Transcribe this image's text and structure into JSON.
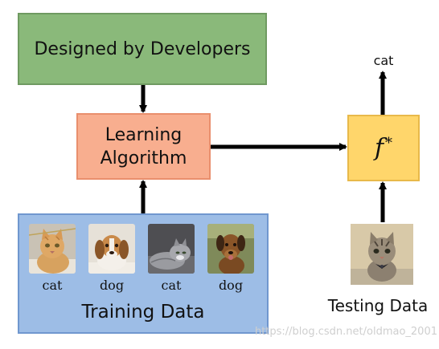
{
  "nodes": {
    "designers": {
      "label": "Designed by Developers"
    },
    "learning_algorithm": {
      "line1": "Learning",
      "line2": "Algorithm"
    },
    "function": {
      "symbol": "f",
      "superscript": "*"
    },
    "training_data": {
      "title": "Training Data",
      "samples": [
        {
          "label": "cat",
          "image": "tabby-cat-photo"
        },
        {
          "label": "dog",
          "image": "beagle-puppy-photo"
        },
        {
          "label": "cat",
          "image": "gray-cat-photo"
        },
        {
          "label": "dog",
          "image": "brown-dog-photo"
        }
      ]
    },
    "testing_data": {
      "title": "Testing Data",
      "image": "tabby-kitten-photo"
    },
    "output": {
      "label": "cat"
    }
  },
  "watermark": "https://blog.csdn.net/oldmao_2001",
  "colors": {
    "designers_fill": "#8ab97a",
    "algorithm_fill": "#f8ae8f",
    "training_fill": "#9dbde6",
    "function_fill": "#ffd66b",
    "arrow": "#000000"
  }
}
